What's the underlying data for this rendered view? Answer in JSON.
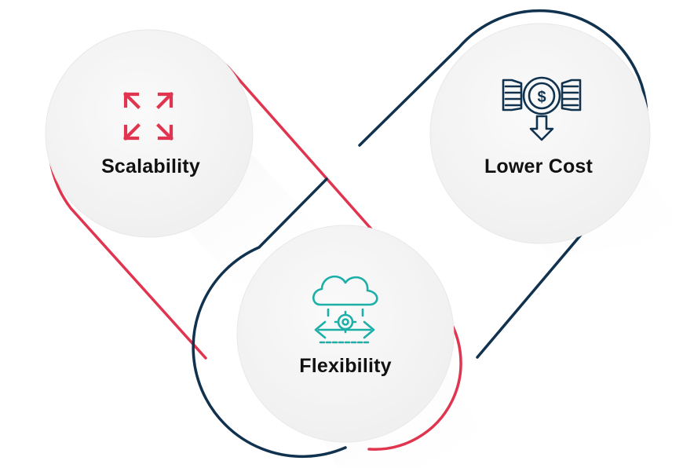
{
  "diagram": {
    "colors": {
      "red": "#E0344F",
      "navy": "#10324F",
      "teal": "#1BAFA8",
      "circle_fill": "#F6F6F6",
      "shadow": "#DCDCDC",
      "text": "#111111"
    },
    "items": [
      {
        "label": "Scalability",
        "icon": "expand-arrows-icon",
        "icon_color": "#E0344F"
      },
      {
        "label": "Lower Cost",
        "icon": "hands-dollar-coin-icon",
        "icon_color": "#10324F"
      },
      {
        "label": "Flexibility",
        "icon": "cloud-gear-arrows-icon",
        "icon_color": "#1BAFA8"
      }
    ]
  }
}
